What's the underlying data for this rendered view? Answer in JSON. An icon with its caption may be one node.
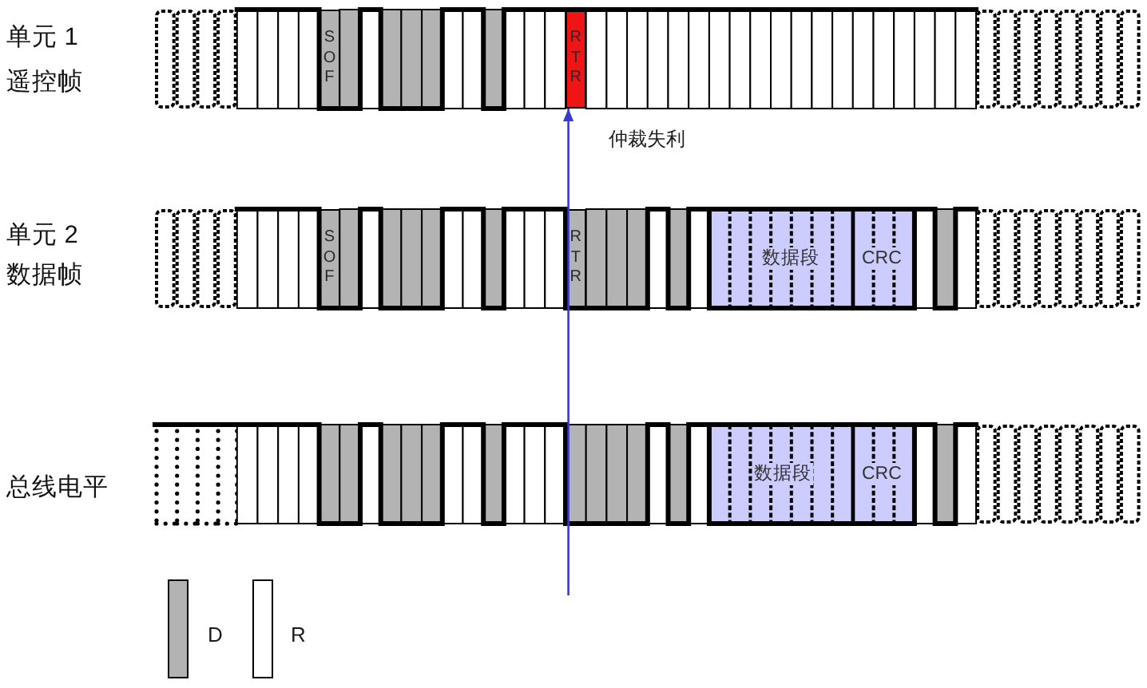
{
  "diagram": {
    "nodes": [
      {
        "text": [],
        "shape": "bar",
        "beside": [
          "单元 1",
          "遥控帧"
        ]
      },
      {
        "text": [
          "SOF"
        ],
        "in": 0
      },
      {
        "text": [
          "RTR"
        ],
        "in": 0
      },
      {
        "text": [],
        "shape": "bar",
        "beside": [
          "单元 2",
          "数据帧"
        ]
      },
      {
        "text": [
          "SOF"
        ],
        "in": 3
      },
      {
        "text": [
          "RTR"
        ],
        "in": 3
      },
      {
        "text": [
          "数据段",
          "CRC"
        ],
        "in": 3
      },
      {
        "text": [],
        "shape": "bar",
        "beside": [
          "总线电平"
        ]
      },
      {
        "text": [
          "数据段",
          "CRC"
        ],
        "in": 7
      }
    ],
    "edges": [
      {
        "from": null,
        "to": 2,
        "arrow": "to",
        "label": "仲裁失利"
      }
    ],
    "legend": [
      {
        "text": "D",
        "color": "#b3b3b3"
      },
      {
        "text": "R",
        "color": "#ffffff"
      }
    ]
  }
}
